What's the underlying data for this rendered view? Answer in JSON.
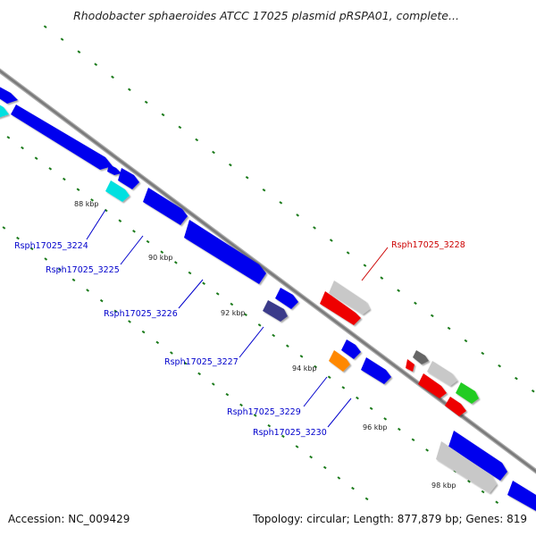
{
  "header": {
    "title": "Rhodobacter sphaeroides ATCC 17025 plasmid pRSPA01, complete..."
  },
  "footer": {
    "accession": "Accession: NC_009429",
    "summary": "Topology: circular; Length: 877,879 bp; Genes: 819"
  },
  "scale_ticks": [
    "88 kbp",
    "90 kbp",
    "92 kbp",
    "94 kbp",
    "96 kbp",
    "98 kbp"
  ],
  "gene_labels": [
    {
      "text": "Rsph17025_3224",
      "color": "#0000cc"
    },
    {
      "text": "Rsph17025_3225",
      "color": "#0000cc"
    },
    {
      "text": "Rsph17025_3226",
      "color": "#0000cc"
    },
    {
      "text": "Rsph17025_3227",
      "color": "#0000cc"
    },
    {
      "text": "Rsph17025_3228",
      "color": "#cc0000"
    },
    {
      "text": "Rsph17025_3229",
      "color": "#0000cc"
    },
    {
      "text": "Rsph17025_3230",
      "color": "#0000cc"
    }
  ],
  "colors": {
    "backbone": "#888888",
    "tick": "#1a7a1a",
    "cds_blue": "#0000ee",
    "cds_cyan": "#00e0e0",
    "cds_red": "#ee0000",
    "cds_gray": "#c8c8c8",
    "cds_green": "#22cc22",
    "cds_orange": "#ff8800",
    "cds_navy": "#3a3a8a",
    "cds_darkgray": "#666666"
  }
}
